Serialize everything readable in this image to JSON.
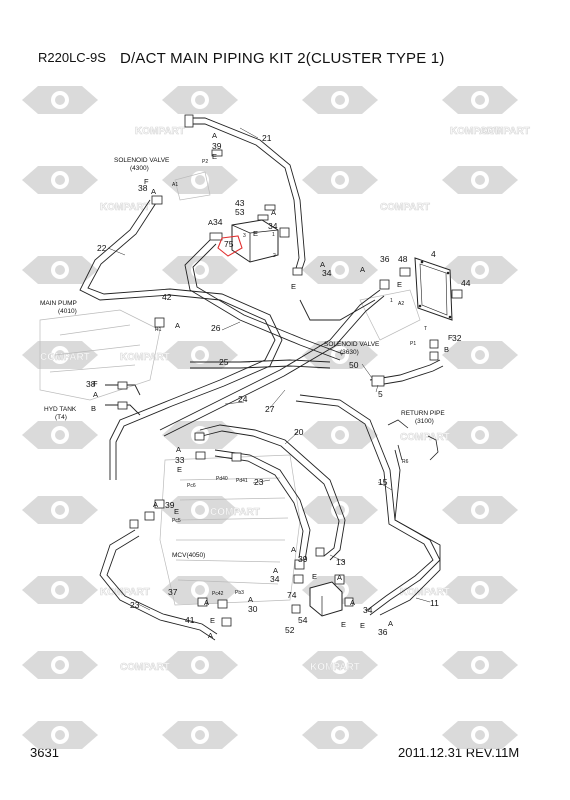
{
  "header": {
    "model": "R220LC-9S",
    "title": "D/ACT MAIN PIPING KIT 2(CLUSTER TYPE 1)"
  },
  "footer": {
    "page_number": "3631",
    "date_rev": "2011.12.31  REV.11M"
  },
  "watermark": {
    "brand": "KOMPART",
    "brand_alt": "COMPART"
  },
  "components": {
    "solenoid_valve_top": {
      "name": "SOLENOID VALVE",
      "code": "(4300)"
    },
    "main_pump": {
      "name": "MAIN PUMP",
      "code": "(4010)"
    },
    "solenoid_valve_right": {
      "name": "SOLENOID VALVE",
      "code": "(3630)"
    },
    "hyd_tank": {
      "name": "HYD TANK",
      "code": "(T4)"
    },
    "return_pipe": {
      "name": "RETURN PIPE",
      "code": "(3100)"
    },
    "mcv": {
      "name": "MCV(4050)"
    }
  },
  "callouts": {
    "c21": "21",
    "c39a": "39",
    "c22": "22",
    "c26": "26",
    "c25": "25",
    "c24": "24",
    "c27": "27",
    "c20": "20",
    "c23a": "23",
    "c15": "15",
    "c13": "13",
    "c11": "11",
    "c23b": "23",
    "c42": "42",
    "c43": "43",
    "c53": "53",
    "c34a": "34",
    "c34b": "34",
    "c75": "75",
    "c4": "4",
    "c36a": "36",
    "c48": "48",
    "c44": "44",
    "c32": "32",
    "c50": "50",
    "c5": "5",
    "c38a": "38",
    "c38b": "38",
    "c33": "33",
    "c39b": "39",
    "c39c": "39",
    "c34c": "34",
    "c74": "74",
    "c34d": "34",
    "c36b": "36",
    "c37": "37",
    "c30": "30",
    "c41": "41",
    "c52": "52",
    "c54": "54",
    "c34e": "34"
  },
  "port_labels": {
    "p2": "P2",
    "a1": "A1",
    "r1": "R1",
    "p1": "P1",
    "t": "T",
    "a2": "A2",
    "r6": "R6",
    "pd40": "Pd40",
    "pd41": "Pd41",
    "pc6": "Pc6",
    "pc5": "Pc5",
    "pc42": "Pc42",
    "pb3": "Pb3",
    "one": "1",
    "two": "2",
    "three": "3",
    "one_b": "1"
  },
  "letters": {
    "A": "A",
    "E": "E",
    "F": "F",
    "B": "B"
  }
}
